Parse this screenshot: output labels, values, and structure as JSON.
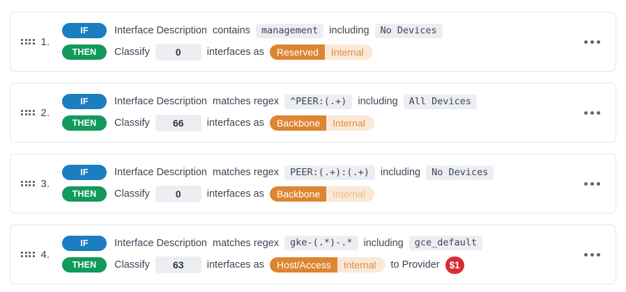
{
  "labels": {
    "if": "IF",
    "then": "THEN",
    "field": "Interface Description",
    "classify": "Classify",
    "interfaces_as": "interfaces as",
    "including": "including",
    "to_provider": "to Provider",
    "drag_handle_icon": "drag-handle-icon",
    "overflow_icon": "ellipsis-horizontal-icon"
  },
  "colors": {
    "if_pill": "#1a7ec0",
    "then_pill": "#119a5b",
    "badge_primary": "#dd8531",
    "badge_secondary_bg": "#fae9d8",
    "badge_secondary_text": "#e08b3c",
    "money_badge": "#d92b33",
    "chip_bg": "#eceef1",
    "card_border": "#e3e5e8",
    "text": "#3c4554"
  },
  "rules": [
    {
      "index": "1.",
      "field": "Interface Description",
      "operator": "contains",
      "pattern": "management",
      "including_label": "including",
      "scope": "No Devices",
      "classify_label": "Classify",
      "count": "0",
      "interfaces_as": "interfaces as",
      "category": "Reserved",
      "subcategory": "Internal",
      "muted": false,
      "provider_label": null,
      "provider_value": null
    },
    {
      "index": "2.",
      "field": "Interface Description",
      "operator": "matches regex",
      "pattern": "^PEER:(.+)",
      "including_label": "including",
      "scope": "All Devices",
      "classify_label": "Classify",
      "count": "66",
      "interfaces_as": "interfaces as",
      "category": "Backbone",
      "subcategory": "Internal",
      "muted": false,
      "provider_label": null,
      "provider_value": null
    },
    {
      "index": "3.",
      "field": "Interface Description",
      "operator": "matches regex",
      "pattern": "PEER:(.+):(.+)",
      "including_label": "including",
      "scope": "No Devices",
      "classify_label": "Classify",
      "count": "0",
      "interfaces_as": "interfaces as",
      "category": "Backbone",
      "subcategory": "Internal",
      "muted": true,
      "provider_label": null,
      "provider_value": null
    },
    {
      "index": "4.",
      "field": "Interface Description",
      "operator": "matches regex",
      "pattern": "gke-(.*)-.*",
      "including_label": "including",
      "scope": "gce_default",
      "classify_label": "Classify",
      "count": "63",
      "interfaces_as": "interfaces as",
      "category": "Host/Access",
      "subcategory": "Internal",
      "muted": false,
      "provider_label": "to Provider",
      "provider_value": "$1"
    }
  ]
}
